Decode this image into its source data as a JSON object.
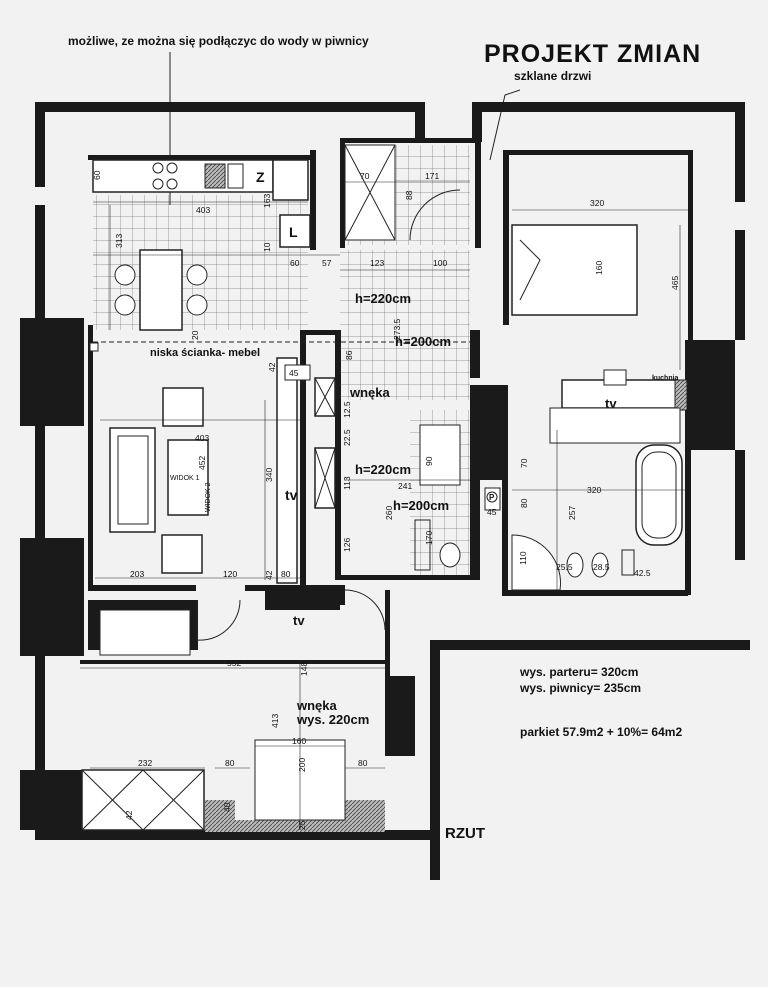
{
  "header": {
    "title": "PROJEKT ZMIAN",
    "note_water": "możliwe, ze można się podłączyc do wody w piwnicy",
    "note_glass_door": "szklane drzwi"
  },
  "rooms": {
    "wall_note": "niska ścianka- mebel",
    "alcove_top": "wnęka",
    "alcove_bottom": "wnęka",
    "alcove_bottom_height": "wys. 220cm",
    "height_220_a": "h=220cm",
    "height_200_a": "h=200cm",
    "height_220_b": "h=220cm",
    "height_200_b": "h=200cm",
    "tv_living": "tv",
    "tv_hall": "tv",
    "tv_bedroom": "tv",
    "kitchenette": "kuchnia",
    "fridge": "Z",
    "cabinet": "L",
    "view_1": "WIDOK 1",
    "view_2": "WIDOK 2",
    "bath_p": "P",
    "plan_label": "RZUT"
  },
  "info": {
    "ground_height": "wys. parteru= 320cm",
    "basement_height": "wys. piwnicy= 235cm",
    "parquet": "parkiet 57.9m2 + 10%= 64m2"
  },
  "dimensions": {
    "d60": "60",
    "d403a": "403",
    "d163": "163",
    "d313": "313",
    "d10": "10",
    "d60b": "60",
    "d57": "57",
    "d123": "123",
    "d100": "100",
    "d70": "70",
    "d171": "171",
    "d88": "88",
    "d320a": "320",
    "d160": "160",
    "d465": "465",
    "d273": "273.5",
    "d86": "86",
    "d20": "20",
    "d42": "42",
    "d45": "45",
    "d403b": "403",
    "d340": "340",
    "d452": "452",
    "d125": "12.5",
    "d225": "22.5",
    "d113": "113",
    "d241": "241",
    "d90": "90",
    "d70b": "70",
    "d80": "80",
    "d320b": "320",
    "d260": "260",
    "d170": "170",
    "d257": "257",
    "d126": "126",
    "d45b": "45",
    "d110": "110",
    "d255": "25.5",
    "d285": "28.5",
    "d425": "42.5",
    "d203": "203",
    "d120": "120",
    "d42b": "42",
    "d80b": "80",
    "d552": "552",
    "d148": "148",
    "d413": "413",
    "d160b": "160",
    "d232": "232",
    "d80c": "80",
    "d200": "200",
    "d80d": "80",
    "d40": "40",
    "d25": "25",
    "d42c": "42"
  }
}
